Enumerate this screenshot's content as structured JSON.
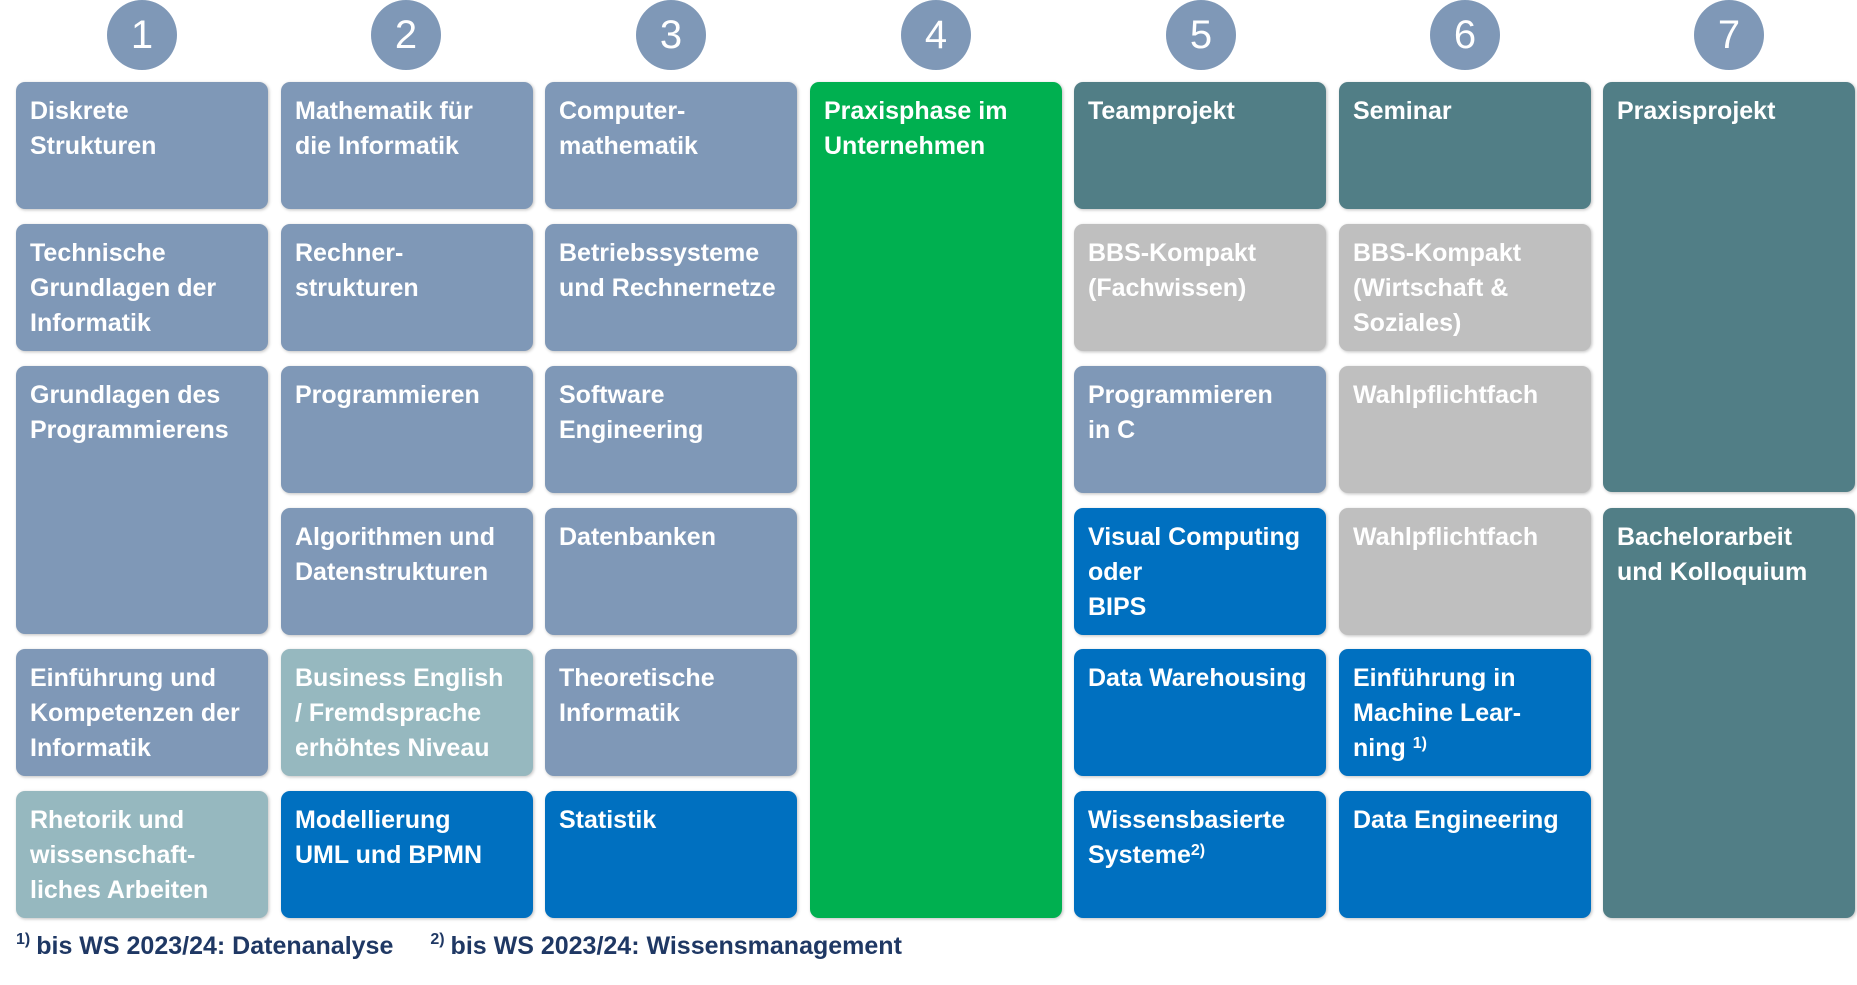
{
  "semesters": [
    "1",
    "2",
    "3",
    "4",
    "5",
    "6",
    "7"
  ],
  "modules": {
    "s1": [
      {
        "text": "Diskrete\nStrukturen"
      },
      {
        "text": "Technische\nGrundlagen der\nInformatik"
      },
      {
        "text": "Grundlagen des\nProgrammierens"
      },
      {
        "text": "Einführung und\nKompetenzen der\nInformatik"
      },
      {
        "text": "Rhetorik und\nwissenschaft-\nliches Arbeiten"
      }
    ],
    "s2": [
      {
        "text": "Mathematik für\ndie Informatik"
      },
      {
        "text": "Rechner-\nstrukturen"
      },
      {
        "text": "Programmieren"
      },
      {
        "text": "Algorithmen und\nDatenstrukturen"
      },
      {
        "text": "Business English\n/ Fremdsprache\nerhöhtes Niveau"
      },
      {
        "text": "Modellierung\nUML und BPMN"
      }
    ],
    "s3": [
      {
        "text": "Computer-\nmathematik"
      },
      {
        "text": "Betriebssysteme\nund Rechnernetze"
      },
      {
        "text": "Software\nEngineering"
      },
      {
        "text": "Datenbanken"
      },
      {
        "text": "Theoretische\nInformatik"
      },
      {
        "text": "Statistik"
      }
    ],
    "s4": [
      {
        "text": "Praxisphase im\nUnternehmen"
      }
    ],
    "s5": [
      {
        "text": "Teamprojekt"
      },
      {
        "text": "BBS-Kompakt\n(Fachwissen)"
      },
      {
        "text": "Programmieren\nin C"
      },
      {
        "text": "Visual Computing\noder\nBIPS"
      },
      {
        "text": "Data Warehousing"
      },
      {
        "text": "Wissensbasierte\nSysteme",
        "sup": "2)"
      }
    ],
    "s6": [
      {
        "text": "Seminar"
      },
      {
        "text": "BBS-Kompakt\n(Wirtschaft &\nSoziales)"
      },
      {
        "text": "Wahlpflichtfach"
      },
      {
        "text": "Wahlpflichtfach"
      },
      {
        "text": "Einführung in\nMachine Lear-\nning",
        "sup": "1)"
      },
      {
        "text": "Data Engineering"
      }
    ],
    "s7": [
      {
        "text": "Praxisprojekt"
      },
      {
        "text": "Bachelorarbeit\nund Kolloquium"
      }
    ]
  },
  "footnotes": [
    {
      "marker": "1)",
      "text": "bis WS 2023/24: Datenanalyse"
    },
    {
      "marker": "2)",
      "text": "bis WS 2023/24: Wissensmanagement"
    }
  ],
  "colors": {
    "slate": "#7f98b7",
    "teal": "#517e86",
    "grey": "#bfbfbf",
    "light_teal": "#96b8bf",
    "blue": "#0070c0",
    "green": "#00b050",
    "footnote_text": "#1f3864"
  }
}
